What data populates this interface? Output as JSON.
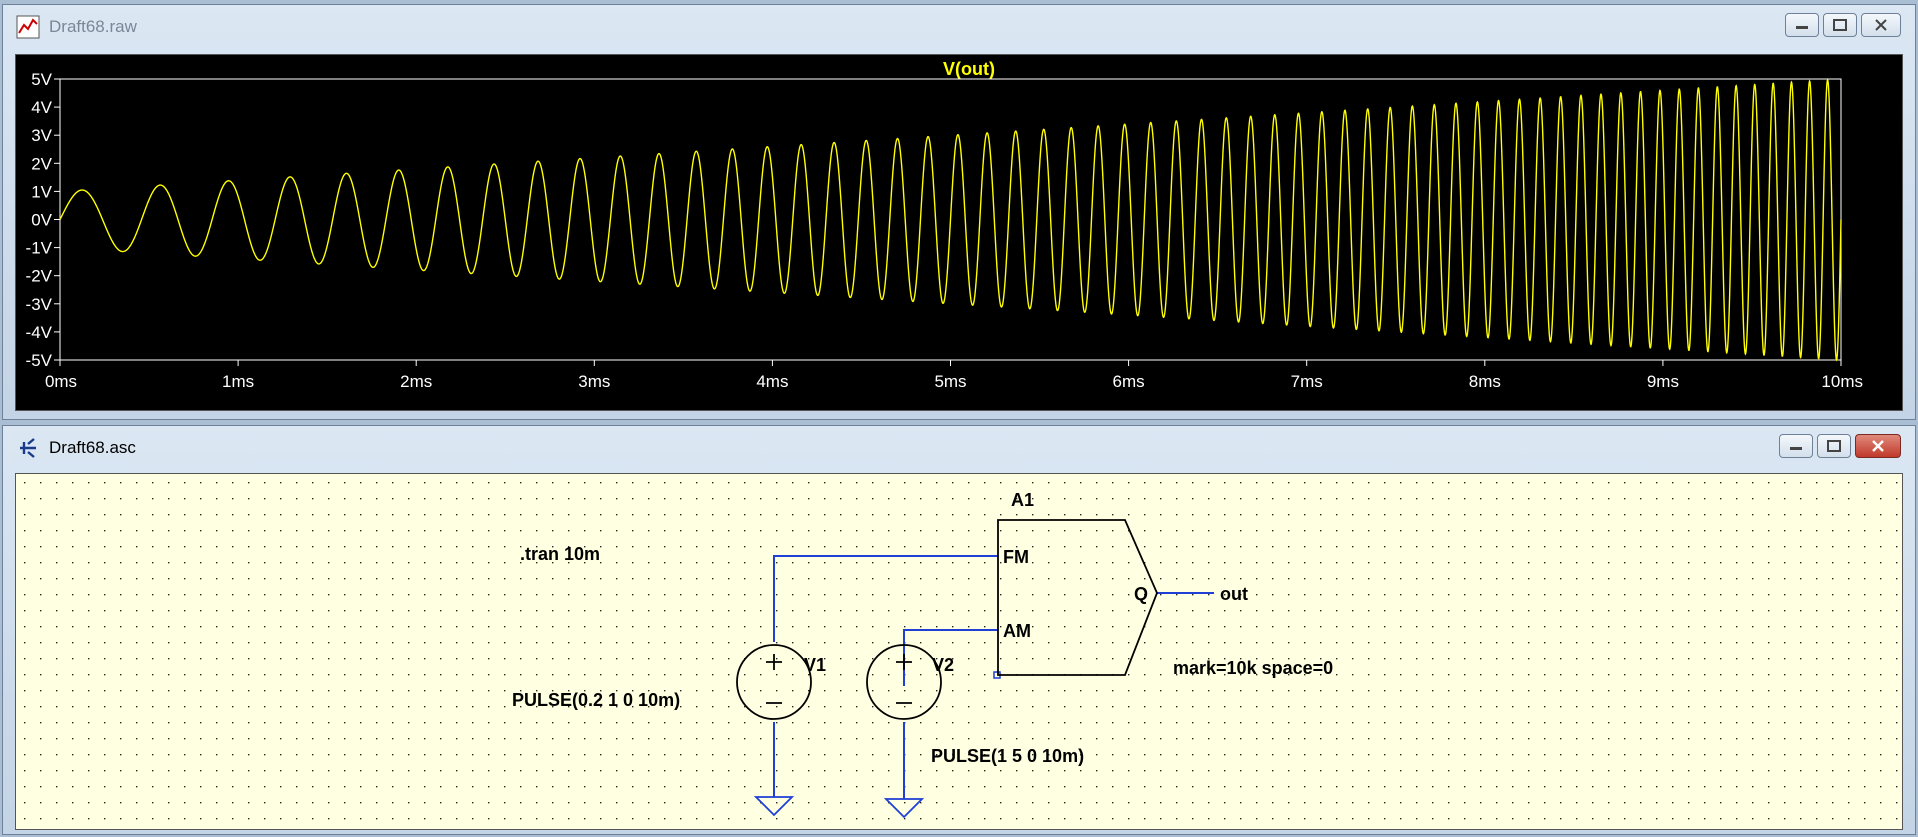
{
  "waveform_window": {
    "title": "Draft68.raw",
    "trace_label": "V(out)",
    "colors": {
      "trace": "#ffff00",
      "background": "#000000",
      "axis": "#ffffff"
    },
    "chart_data": {
      "type": "line",
      "title": "V(out)",
      "series": [
        {
          "name": "V(out)",
          "description": "sine with frequency ramping 0.2 to 1 (x10 kHz) and amplitude ramping 1V to 5V over 10ms"
        }
      ],
      "xlim": [
        0,
        10
      ],
      "x_unit": "ms",
      "ylim": [
        -5,
        5
      ],
      "y_unit": "V",
      "x_ticks": [
        "0ms",
        "1ms",
        "2ms",
        "3ms",
        "4ms",
        "5ms",
        "6ms",
        "7ms",
        "8ms",
        "9ms",
        "10ms"
      ],
      "y_ticks": [
        "5V",
        "4V",
        "3V",
        "2V",
        "1V",
        "0V",
        "-1V",
        "-2V",
        "-3V",
        "-4V",
        "-5V"
      ],
      "freq_khz_start": 2,
      "freq_khz_end": 10,
      "amp_start": 1,
      "amp_end": 5
    }
  },
  "schematic_window": {
    "title": "Draft68.asc",
    "directive": ".tran 10m",
    "component": {
      "name": "A1",
      "pins": {
        "fm": "FM",
        "am": "AM",
        "q": "Q"
      },
      "params": "mark=10k space=0"
    },
    "net_label": "out",
    "sources": [
      {
        "name": "V1",
        "value": "PULSE(0.2 1 0 10m)"
      },
      {
        "name": "V2",
        "value": "PULSE(1 5 0 10m)"
      }
    ],
    "colors": {
      "background": "#ffffe1",
      "wire": "#1f3fd6",
      "grid_dot": "#222222"
    }
  }
}
